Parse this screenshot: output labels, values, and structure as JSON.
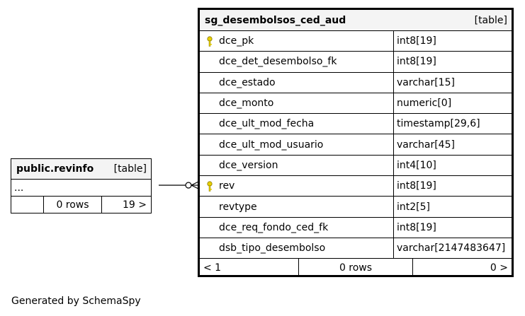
{
  "main_table": {
    "name": "sg_desembolsos_ced_aud",
    "kind": "[table]",
    "columns": [
      {
        "name": "dce_pk",
        "type": "int8[19]",
        "key": true
      },
      {
        "name": "dce_det_desembolso_fk",
        "type": "int8[19]",
        "key": false
      },
      {
        "name": "dce_estado",
        "type": "varchar[15]",
        "key": false
      },
      {
        "name": "dce_monto",
        "type": "numeric[0]",
        "key": false
      },
      {
        "name": "dce_ult_mod_fecha",
        "type": "timestamp[29,6]",
        "key": false
      },
      {
        "name": "dce_ult_mod_usuario",
        "type": "varchar[45]",
        "key": false
      },
      {
        "name": "dce_version",
        "type": "int4[10]",
        "key": false
      },
      {
        "name": "rev",
        "type": "int8[19]",
        "key": true
      },
      {
        "name": "revtype",
        "type": "int2[5]",
        "key": false
      },
      {
        "name": "dce_req_fondo_ced_fk",
        "type": "int8[19]",
        "key": false
      },
      {
        "name": "dsb_tipo_desembolso",
        "type": "varchar[2147483647]",
        "key": false
      }
    ],
    "footer": {
      "parents": "< 1",
      "rows": "0 rows",
      "children": "0 >"
    }
  },
  "side_table": {
    "name": "public.revinfo",
    "kind": "[table]",
    "ellipsis": "...",
    "footer": {
      "parents": "",
      "rows": "0 rows",
      "children": "19 >"
    }
  },
  "generated_by": "Generated by SchemaSpy",
  "colors": {
    "key_icon": "#e8d000",
    "header_bg": "#f4f4f4"
  },
  "icons": {
    "key": "key-icon"
  }
}
